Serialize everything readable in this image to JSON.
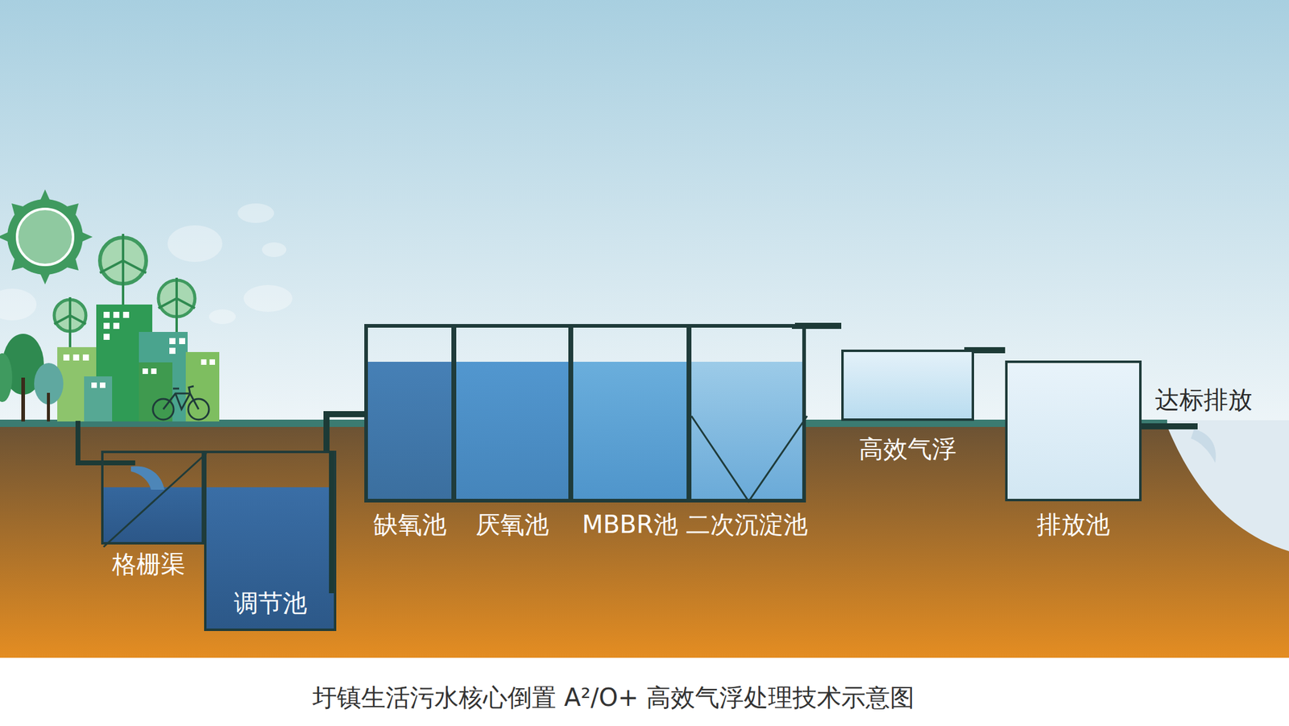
{
  "diagram": {
    "caption": "圩镇生活污水核心倒置 A²/O+ 高效气浮处理技术示意图",
    "nodes": [
      {
        "text": [
          "格栅渠"
        ]
      },
      {
        "text": [
          "调节池"
        ]
      },
      {
        "text": [
          "缺氧池"
        ]
      },
      {
        "text": [
          "厌氧池"
        ]
      },
      {
        "text": [
          "MBBR池"
        ]
      },
      {
        "text": [
          "二次沉淀池"
        ]
      },
      {
        "text": [
          "高效气浮"
        ]
      },
      {
        "text": [
          "排放池"
        ]
      }
    ],
    "edges": [
      {
        "from": 1,
        "to": 2,
        "arrow": "none"
      },
      {
        "from": 5,
        "to": 6,
        "arrow": "none"
      },
      {
        "from": 6,
        "to": 7,
        "arrow": "none"
      }
    ],
    "labels": [
      "达标排放"
    ]
  }
}
